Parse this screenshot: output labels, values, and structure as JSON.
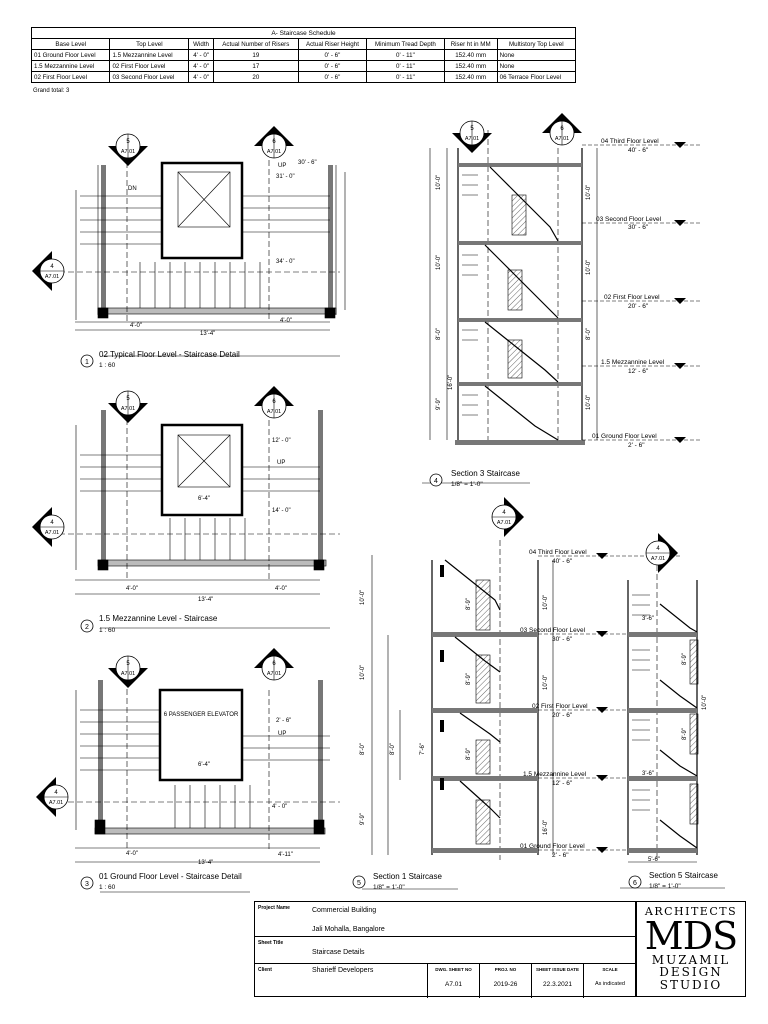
{
  "schedule": {
    "title": "A- Staircase Schedule",
    "headers": [
      "Base Level",
      "Top Level",
      "Width",
      "Actual Number of Risers",
      "Actual Riser Height",
      "Minimum Tread Depth",
      "Riser ht in MM",
      "Multistory Top Level"
    ],
    "rows": [
      [
        "01 Ground Floor Level",
        "1.5 Mezzannine Level",
        "4' - 0\"",
        "19",
        "0' - 6\"",
        "0' - 11\"",
        "152.40 mm",
        "None"
      ],
      [
        "1.5 Mezzannine Level",
        "02 First Floor Level",
        "4' - 0\"",
        "17",
        "0' - 6\"",
        "0' - 11\"",
        "152.40 mm",
        "None"
      ],
      [
        "02 First Floor Level",
        "03 Second Floor Level",
        "4' - 0\"",
        "20",
        "0' - 6\"",
        "0' - 11\"",
        "152.40 mm",
        "06 Terrace Floor Level"
      ]
    ],
    "grand_total": "Grand total: 3"
  },
  "views": [
    {
      "number": "1",
      "title": "02 Typical Floor Level - Staircase Detail",
      "scale": "1 : 60"
    },
    {
      "number": "2",
      "title": "1.5 Mezzannine Level - Staircase",
      "scale": "1 : 60"
    },
    {
      "number": "3",
      "title": "01 Ground Floor Level - Staircase Detail",
      "scale": "1 : 60"
    },
    {
      "number": "4",
      "title": "Section 3 Staircase",
      "scale": "1/8\" = 1'-0\""
    },
    {
      "number": "5",
      "title": "Section 1 Staircase",
      "scale": "1/8\" = 1'-0\""
    },
    {
      "number": "6",
      "title": "Section 5 Staircase",
      "scale": "1/8\" = 1'-0\""
    }
  ],
  "markers": {
    "sheet": "A7.01",
    "n4": "4",
    "n5": "5",
    "n6": "6"
  },
  "plan_text": {
    "dn": "DN",
    "up": "UP",
    "lvl_30": "30' - 6\"",
    "lvl_31": "31' - 0\"",
    "lvl_34": "34' - 0\"",
    "lvl_12": "12' - 0\"",
    "lvl_14": "14' - 0\"",
    "lvl_2": "2' - 6\"",
    "lvl_4": "4' - 0\"",
    "dim_4_0": "4'-0\"",
    "dim_13": "13'-4\"",
    "dim_6": "6'-4\"",
    "dim_4_11": "4'-11\"",
    "elevator": "6 PASSENGER ELEVATOR"
  },
  "levels": {
    "third": {
      "name": "04 Third Floor Level",
      "elev": "40' - 6\""
    },
    "second": {
      "name": "03 Second Floor Level",
      "elev": "30' - 6\""
    },
    "first": {
      "name": "02 First Floor Level",
      "elev": "20' - 6\""
    },
    "mezz": {
      "name": "1.5 Mezzannine Level",
      "elev": "12' - 6\""
    },
    "ground": {
      "name": "01 Ground Floor Level",
      "elev": "2' - 6\""
    }
  },
  "section_dims": {
    "d10": "10'-0\"",
    "d8": "8'-0\"",
    "d16": "16'-0\"",
    "d9_9": "9'-9\"",
    "d8_9": "8'-9\"",
    "d7_6": "7'-6\"",
    "d5_6": "5'-6\"",
    "d3_6": "3'-6\""
  },
  "title_block": {
    "project_label": "Project Name",
    "project_name": "Commercial Building",
    "address": "Jali Mohalla, Bangalore",
    "sheet_title_label": "Sheet Title",
    "sheet_title": "Staircase Details",
    "client_label": "Client",
    "client": "Sharieff Developers",
    "dwg_label": "DWG. SHEET NO",
    "dwg": "A7.01",
    "proj_label": "PROJ. NO",
    "proj": "2019-26",
    "issue_label": "SHEET ISSUE DATE",
    "issue": "22.3.2021",
    "scale_label": "SCALE",
    "scale": "As indicated"
  },
  "logo": {
    "line1": "ARCHITECTS",
    "line2": "MDS",
    "line3": "MUZAMIL",
    "line4": "DESIGN",
    "line5": "STUDIO"
  }
}
